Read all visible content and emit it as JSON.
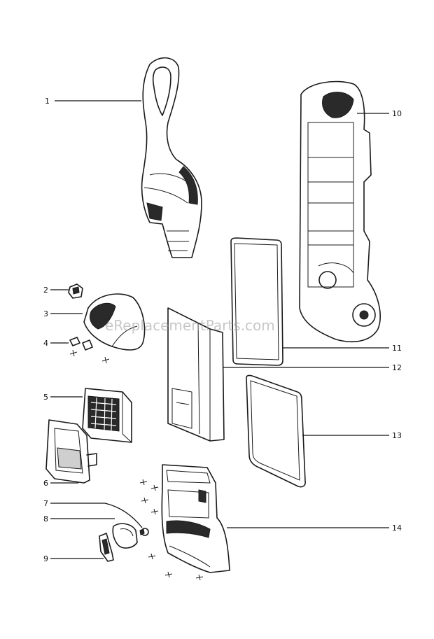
{
  "labels": {
    "p1": "1",
    "p2": "2",
    "p3": "3",
    "p4": "4",
    "p5": "5",
    "p6": "6",
    "p7": "7",
    "p8": "8",
    "p9": "9",
    "p10": "10",
    "p11": "11",
    "p12": "12",
    "p13": "13",
    "p14": "14"
  },
  "watermark": "eReplacementParts.com",
  "colors": {
    "ink": "#1a1a1a",
    "background": "#ffffff",
    "watermark": "#9a9a9a"
  }
}
